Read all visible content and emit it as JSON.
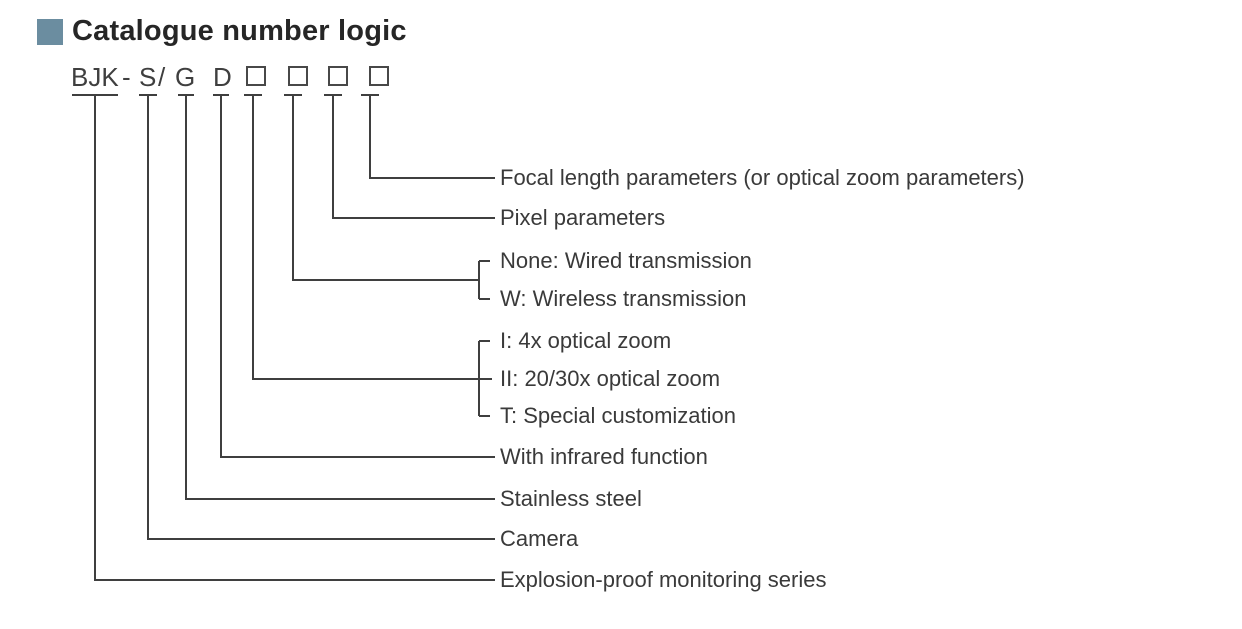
{
  "title": {
    "text": "Catalogue number logic"
  },
  "colors": {
    "accent_square": "#6b8da0",
    "line": "#3f3f3f",
    "text": "#3a3a3a"
  },
  "code": {
    "segments": [
      {
        "text": "BJK"
      },
      {
        "text": "-"
      },
      {
        "text": "S"
      },
      {
        "text": "/"
      },
      {
        "text": "G"
      },
      {
        "text": "D"
      }
    ],
    "placeholder_box_count": 4
  },
  "legend": {
    "rows": [
      {
        "maps_to": "box-4",
        "text": "Focal length parameters (or optical zoom parameters)"
      },
      {
        "maps_to": "box-3",
        "text": "Pixel parameters"
      },
      {
        "maps_to": "box-2",
        "text": "None: Wired transmission"
      },
      {
        "maps_to": "box-2",
        "text": "W: Wireless transmission"
      },
      {
        "maps_to": "box-1",
        "text": "I: 4x optical zoom"
      },
      {
        "maps_to": "box-1",
        "text": "II: 20/30x optical zoom"
      },
      {
        "maps_to": "box-1",
        "text": "T: Special customization"
      },
      {
        "maps_to": "D",
        "text": "With infrared function"
      },
      {
        "maps_to": "G",
        "text": "Stainless steel"
      },
      {
        "maps_to": "S",
        "text": "Camera"
      },
      {
        "maps_to": "BJK",
        "text": "Explosion-proof monitoring series"
      }
    ]
  }
}
